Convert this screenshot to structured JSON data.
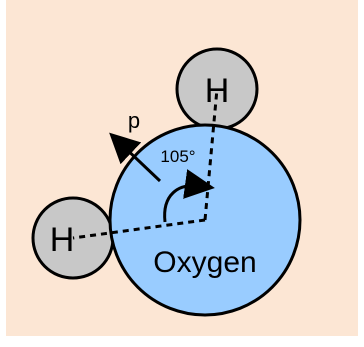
{
  "labels": {
    "hydrogen_top": "H",
    "hydrogen_left": "H",
    "oxygen": "Oxygen",
    "angle": "105°",
    "dipole": "p"
  },
  "colors": {
    "background": "#fce6d4",
    "oxygen_fill": "#99ccff",
    "hydrogen_fill": "#c8c8c8",
    "stroke": "#000000"
  },
  "bond_angle_degrees": 105
}
